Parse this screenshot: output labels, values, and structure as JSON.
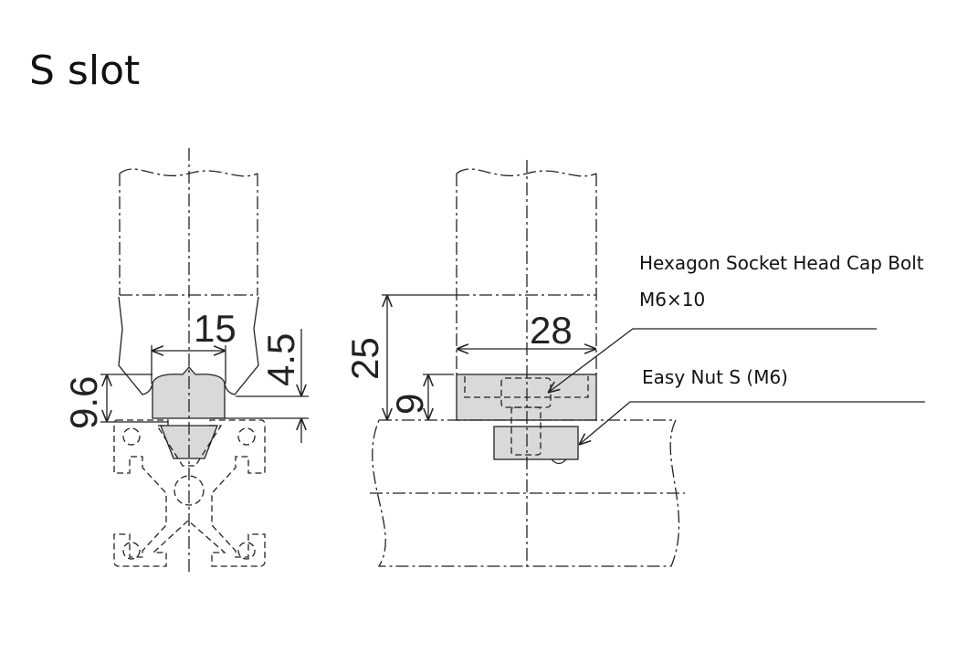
{
  "title": "S slot",
  "left_view": {
    "dim_width": "15",
    "dim_depth": "4.5",
    "dim_height": "9.6"
  },
  "right_view": {
    "dim_height_total": "25",
    "dim_width": "28",
    "dim_bracket_height": "9",
    "bolt_label": "Hexagon Socket Head Cap Bolt",
    "bolt_size": "M6×10",
    "nut_label": "Easy Nut S (M6)"
  }
}
